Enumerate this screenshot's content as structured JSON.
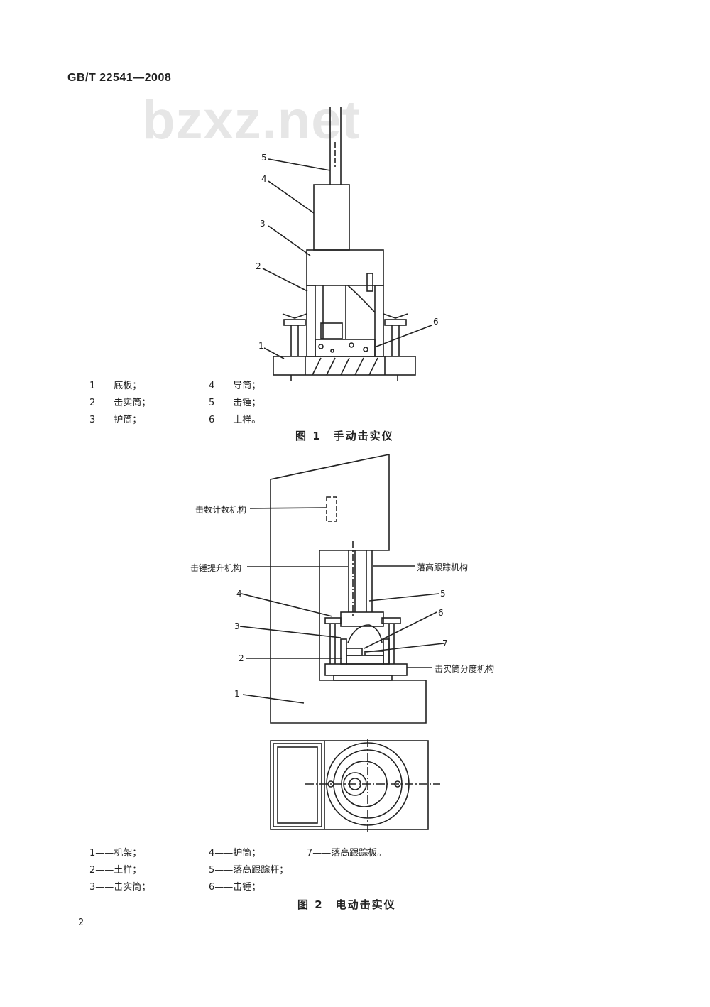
{
  "header": {
    "standard_number": "GB/T 22541—2008"
  },
  "watermark": "bzxz.net",
  "figure1": {
    "callouts": [
      "1",
      "2",
      "3",
      "4",
      "5",
      "6"
    ],
    "legend": [
      {
        "item": "1——底板；"
      },
      {
        "item": "2——击实筒；"
      },
      {
        "item": "3——护筒；"
      },
      {
        "item": "4——导筒；"
      },
      {
        "item": "5——击锤；"
      },
      {
        "item": "6——土样。"
      }
    ],
    "caption": "图 1　手动击实仪"
  },
  "figure2": {
    "labels": {
      "counter": "击数计数机构",
      "lift": "击锤提升机构",
      "tracking": "落高跟踪机构",
      "indexing": "击实筒分度机构"
    },
    "callouts": [
      "1",
      "2",
      "3",
      "4",
      "5",
      "6",
      "7"
    ],
    "legend": [
      {
        "item": "1——机架；"
      },
      {
        "item": "2——土样；"
      },
      {
        "item": "3——击实筒；"
      },
      {
        "item": "4——护筒；"
      },
      {
        "item": "5——落高跟踪杆；"
      },
      {
        "item": "6——击锤；"
      },
      {
        "item": "7——落高跟踪板。"
      }
    ],
    "caption": "图 2　电动击实仪"
  },
  "footer": {
    "page_number": "2"
  }
}
